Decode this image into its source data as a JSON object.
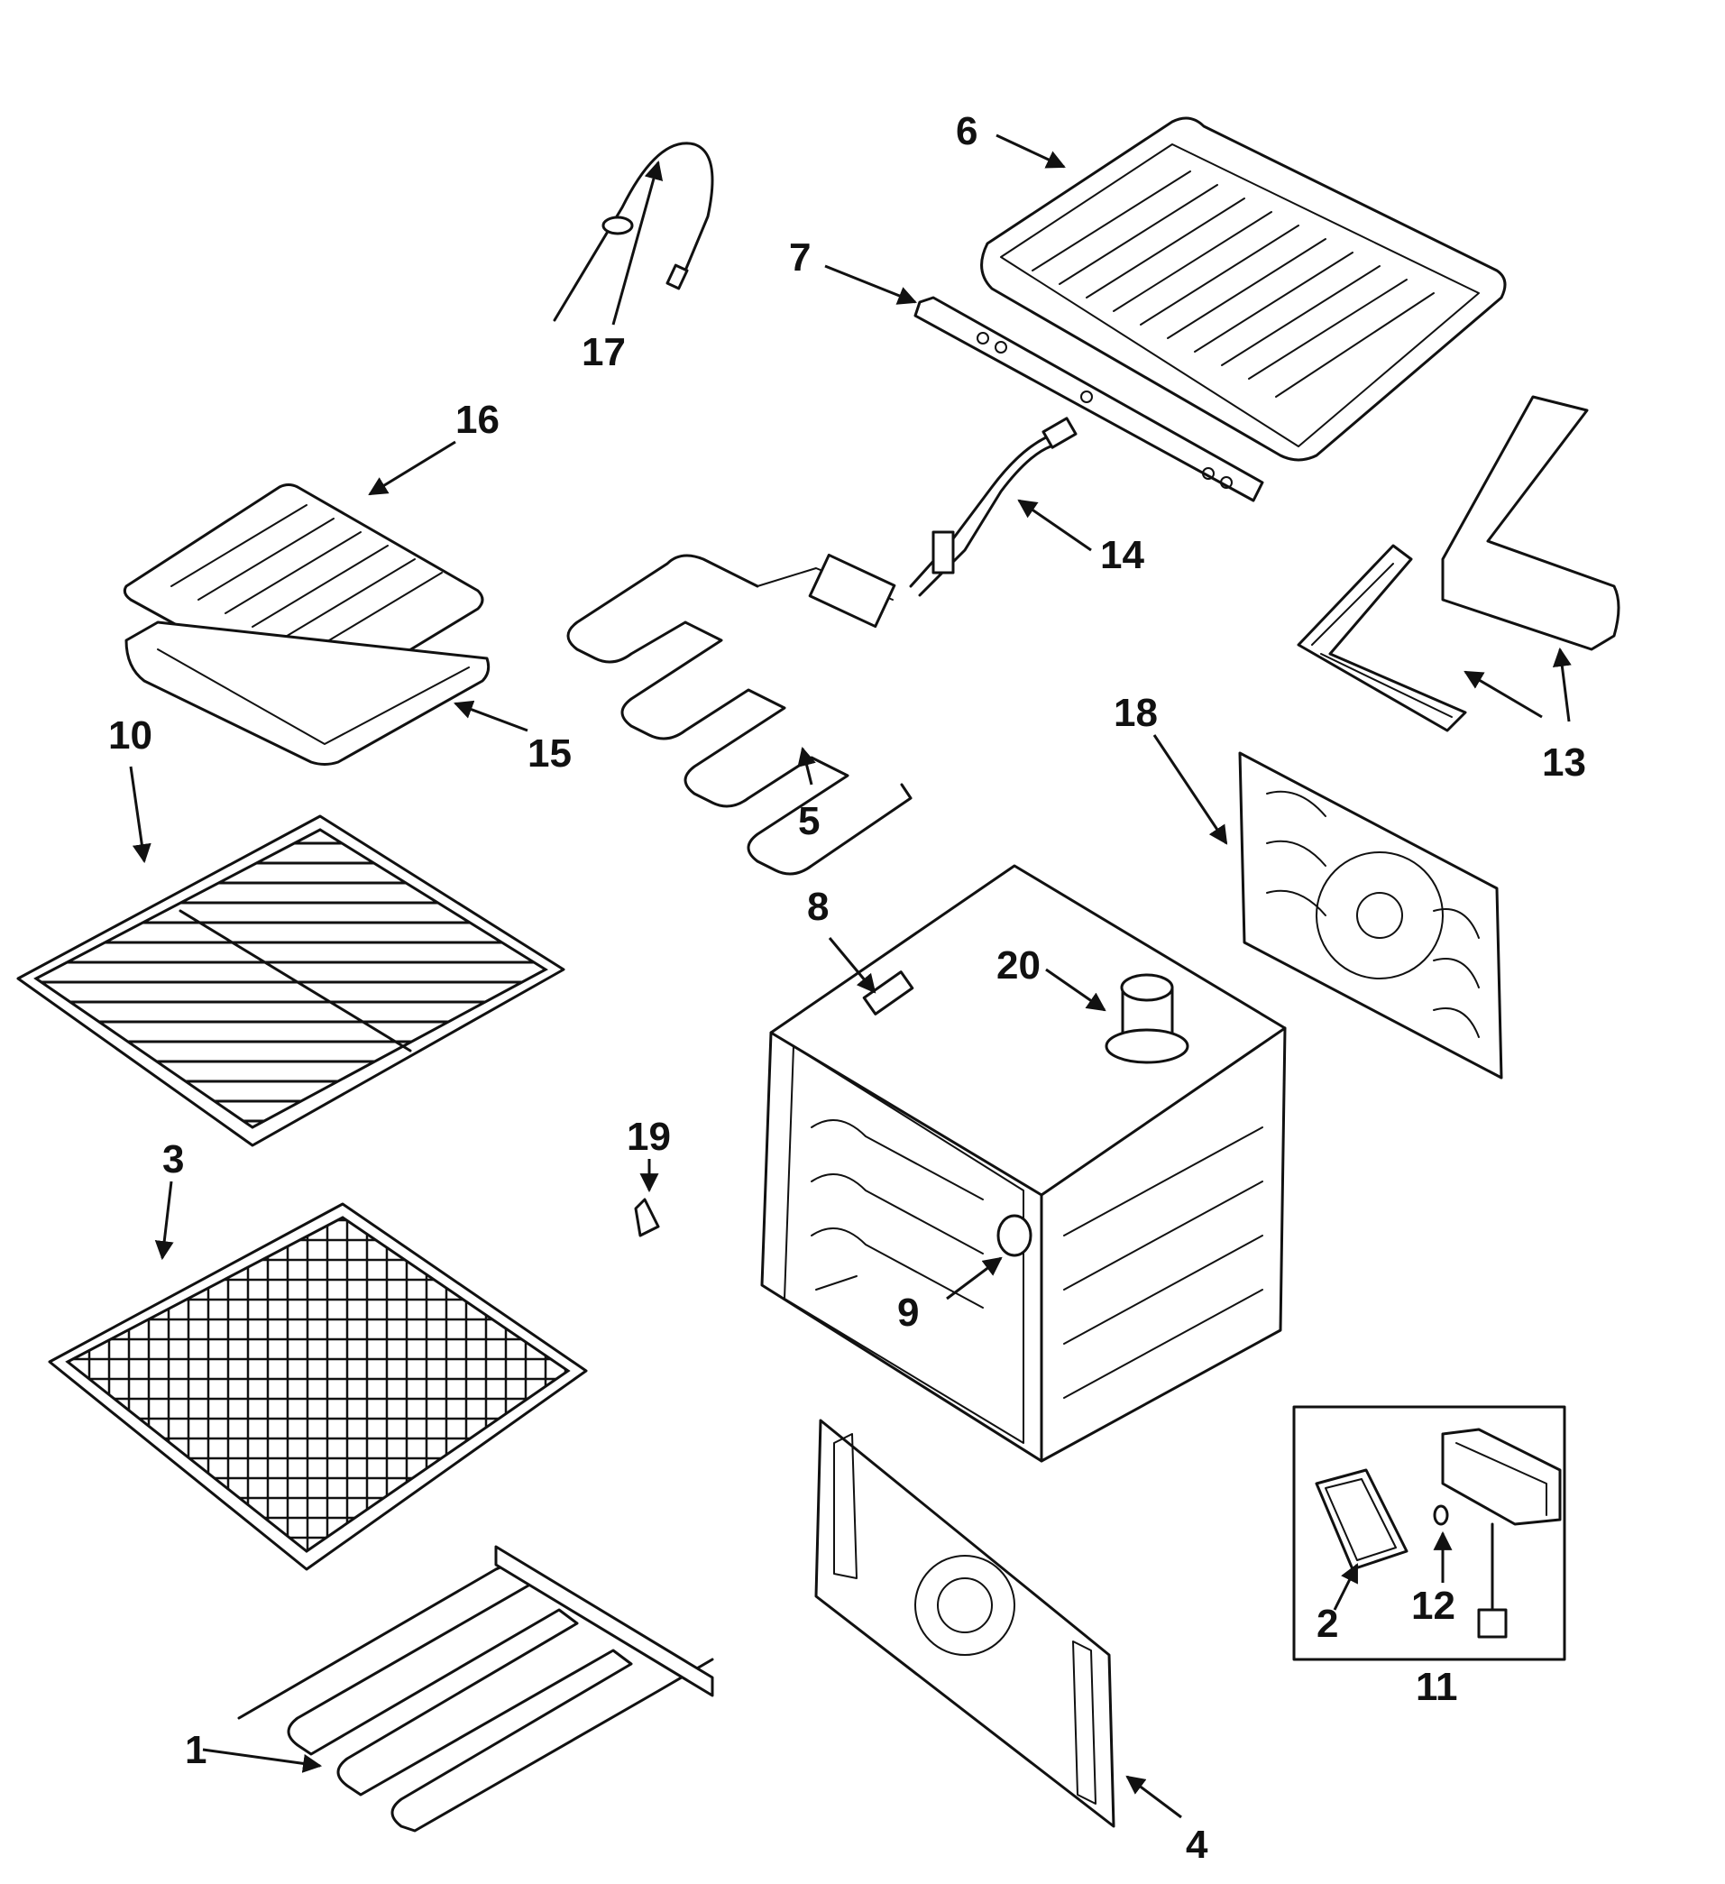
{
  "callouts": [
    {
      "id": "1",
      "label": "1"
    },
    {
      "id": "2",
      "label": "2"
    },
    {
      "id": "3",
      "label": "3"
    },
    {
      "id": "4",
      "label": "4"
    },
    {
      "id": "5",
      "label": "5"
    },
    {
      "id": "6",
      "label": "6"
    },
    {
      "id": "7",
      "label": "7"
    },
    {
      "id": "8",
      "label": "8"
    },
    {
      "id": "9",
      "label": "9"
    },
    {
      "id": "10",
      "label": "10"
    },
    {
      "id": "11",
      "label": "11"
    },
    {
      "id": "12",
      "label": "12"
    },
    {
      "id": "13",
      "label": "13"
    },
    {
      "id": "14",
      "label": "14"
    },
    {
      "id": "15",
      "label": "15"
    },
    {
      "id": "16",
      "label": "16"
    },
    {
      "id": "17",
      "label": "17"
    },
    {
      "id": "18",
      "label": "18"
    },
    {
      "id": "19",
      "label": "19"
    },
    {
      "id": "20",
      "label": "20"
    }
  ],
  "colors": {
    "line": "#111111",
    "background": "#ffffff"
  }
}
